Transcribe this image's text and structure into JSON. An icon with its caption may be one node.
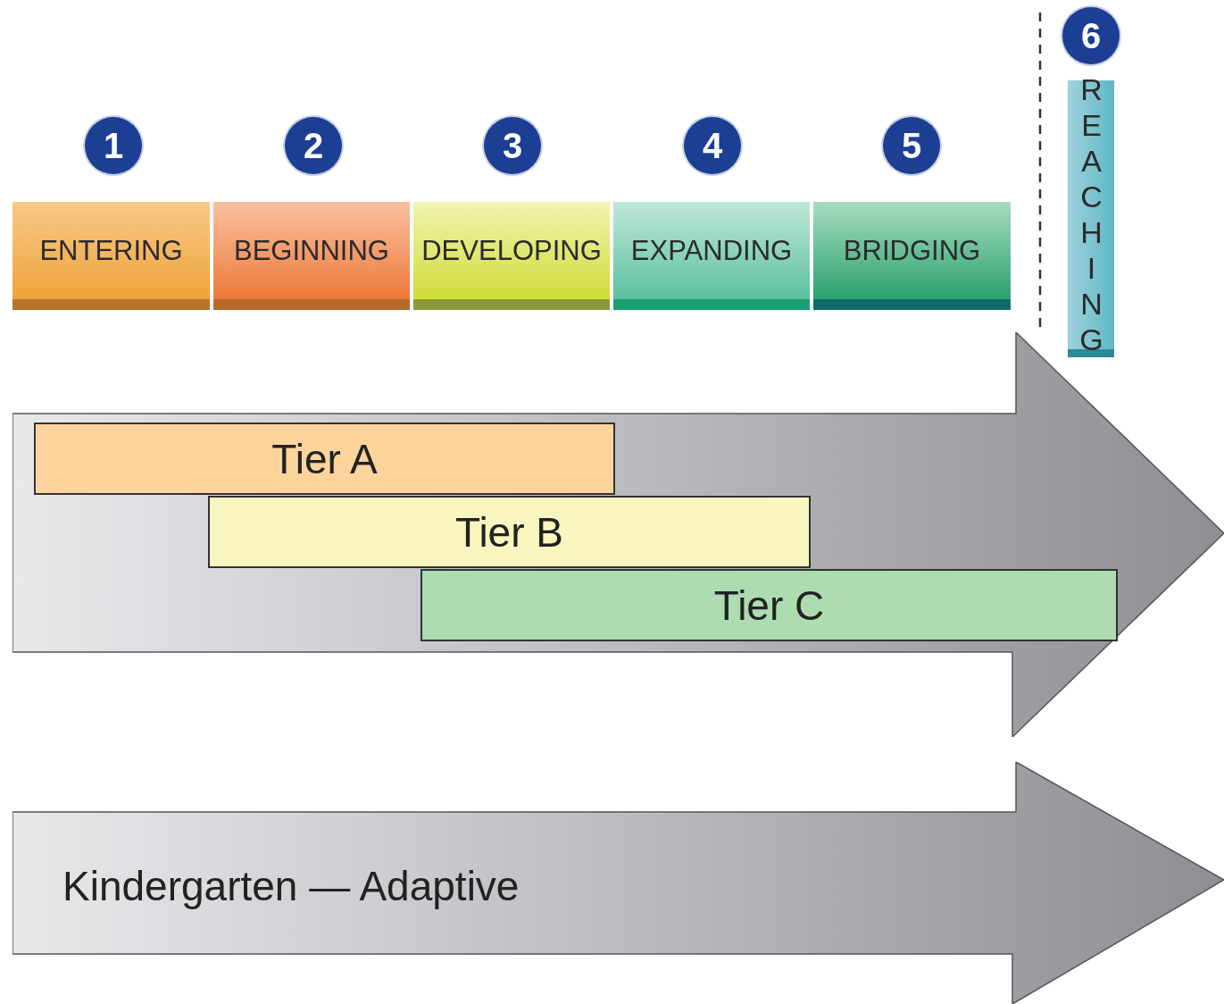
{
  "diagram": {
    "nodes": [
      {
        "text": [
          "1"
        ]
      },
      {
        "text": [
          "2"
        ]
      },
      {
        "text": [
          "3"
        ]
      },
      {
        "text": [
          "4"
        ]
      },
      {
        "text": [
          "5"
        ]
      },
      {
        "text": [
          "6"
        ]
      },
      {
        "text": [
          "ENTERING"
        ]
      },
      {
        "text": [
          "BEGINNING"
        ]
      },
      {
        "text": [
          "DEVELOPING"
        ]
      },
      {
        "text": [
          "EXPANDING"
        ]
      },
      {
        "text": [
          "BRIDGING"
        ]
      },
      {
        "text": [
          "REACHING"
        ]
      },
      {
        "text": [],
        "shape": "arrow"
      },
      {
        "text": [
          "Tier A"
        ],
        "in": 12
      },
      {
        "text": [
          "Tier B"
        ],
        "in": 12
      },
      {
        "text": [
          "Tier C"
        ],
        "in": 12
      },
      {
        "text": [
          "Kindergarten — Adaptive"
        ]
      }
    ]
  }
}
